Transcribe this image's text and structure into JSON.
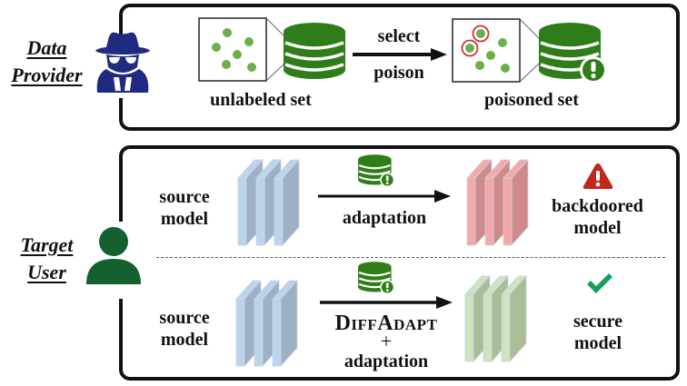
{
  "provider_section": {
    "role_label_line1": "Data",
    "role_label_line2": "Provider",
    "role_icon": "spy-icon",
    "unlabeled_set_label": "unlabeled set",
    "arrow_label_top": "select",
    "arrow_label_bottom": "poison",
    "poisoned_set_label": "poisoned set",
    "colors": {
      "spy": "#1f2a80",
      "database": "#2e7d18",
      "dot": "#6ab04c",
      "poison_ring": "#d32f2f"
    }
  },
  "user_section": {
    "role_label_line1": "Target",
    "role_label_line2": "User",
    "role_icon": "user-icon",
    "colors": {
      "user": "#14602e"
    },
    "rows": [
      {
        "source_label_line1": "source",
        "source_label_line2": "model",
        "arrow_label": "adaptation",
        "result_label_line1": "backdoored",
        "result_label_line2": "model",
        "result_icon": "warning-icon",
        "result_color": "#c0281e"
      },
      {
        "source_label_line1": "source",
        "source_label_line2": "model",
        "method_name": "DiffAdapt",
        "plus": "+",
        "arrow_label": "adaptation",
        "result_label_line1": "secure",
        "result_label_line2": "model",
        "result_icon": "checkmark-icon",
        "result_color": "#14a05a"
      }
    ],
    "model_colors": {
      "source": {
        "front": "#bcd4ea",
        "side": "#9db0c6"
      },
      "backdoored": {
        "front": "#f4a8a8",
        "side": "#cf8b8b"
      },
      "secure": {
        "front": "#cfe3bf",
        "side": "#a9bd97"
      }
    }
  }
}
